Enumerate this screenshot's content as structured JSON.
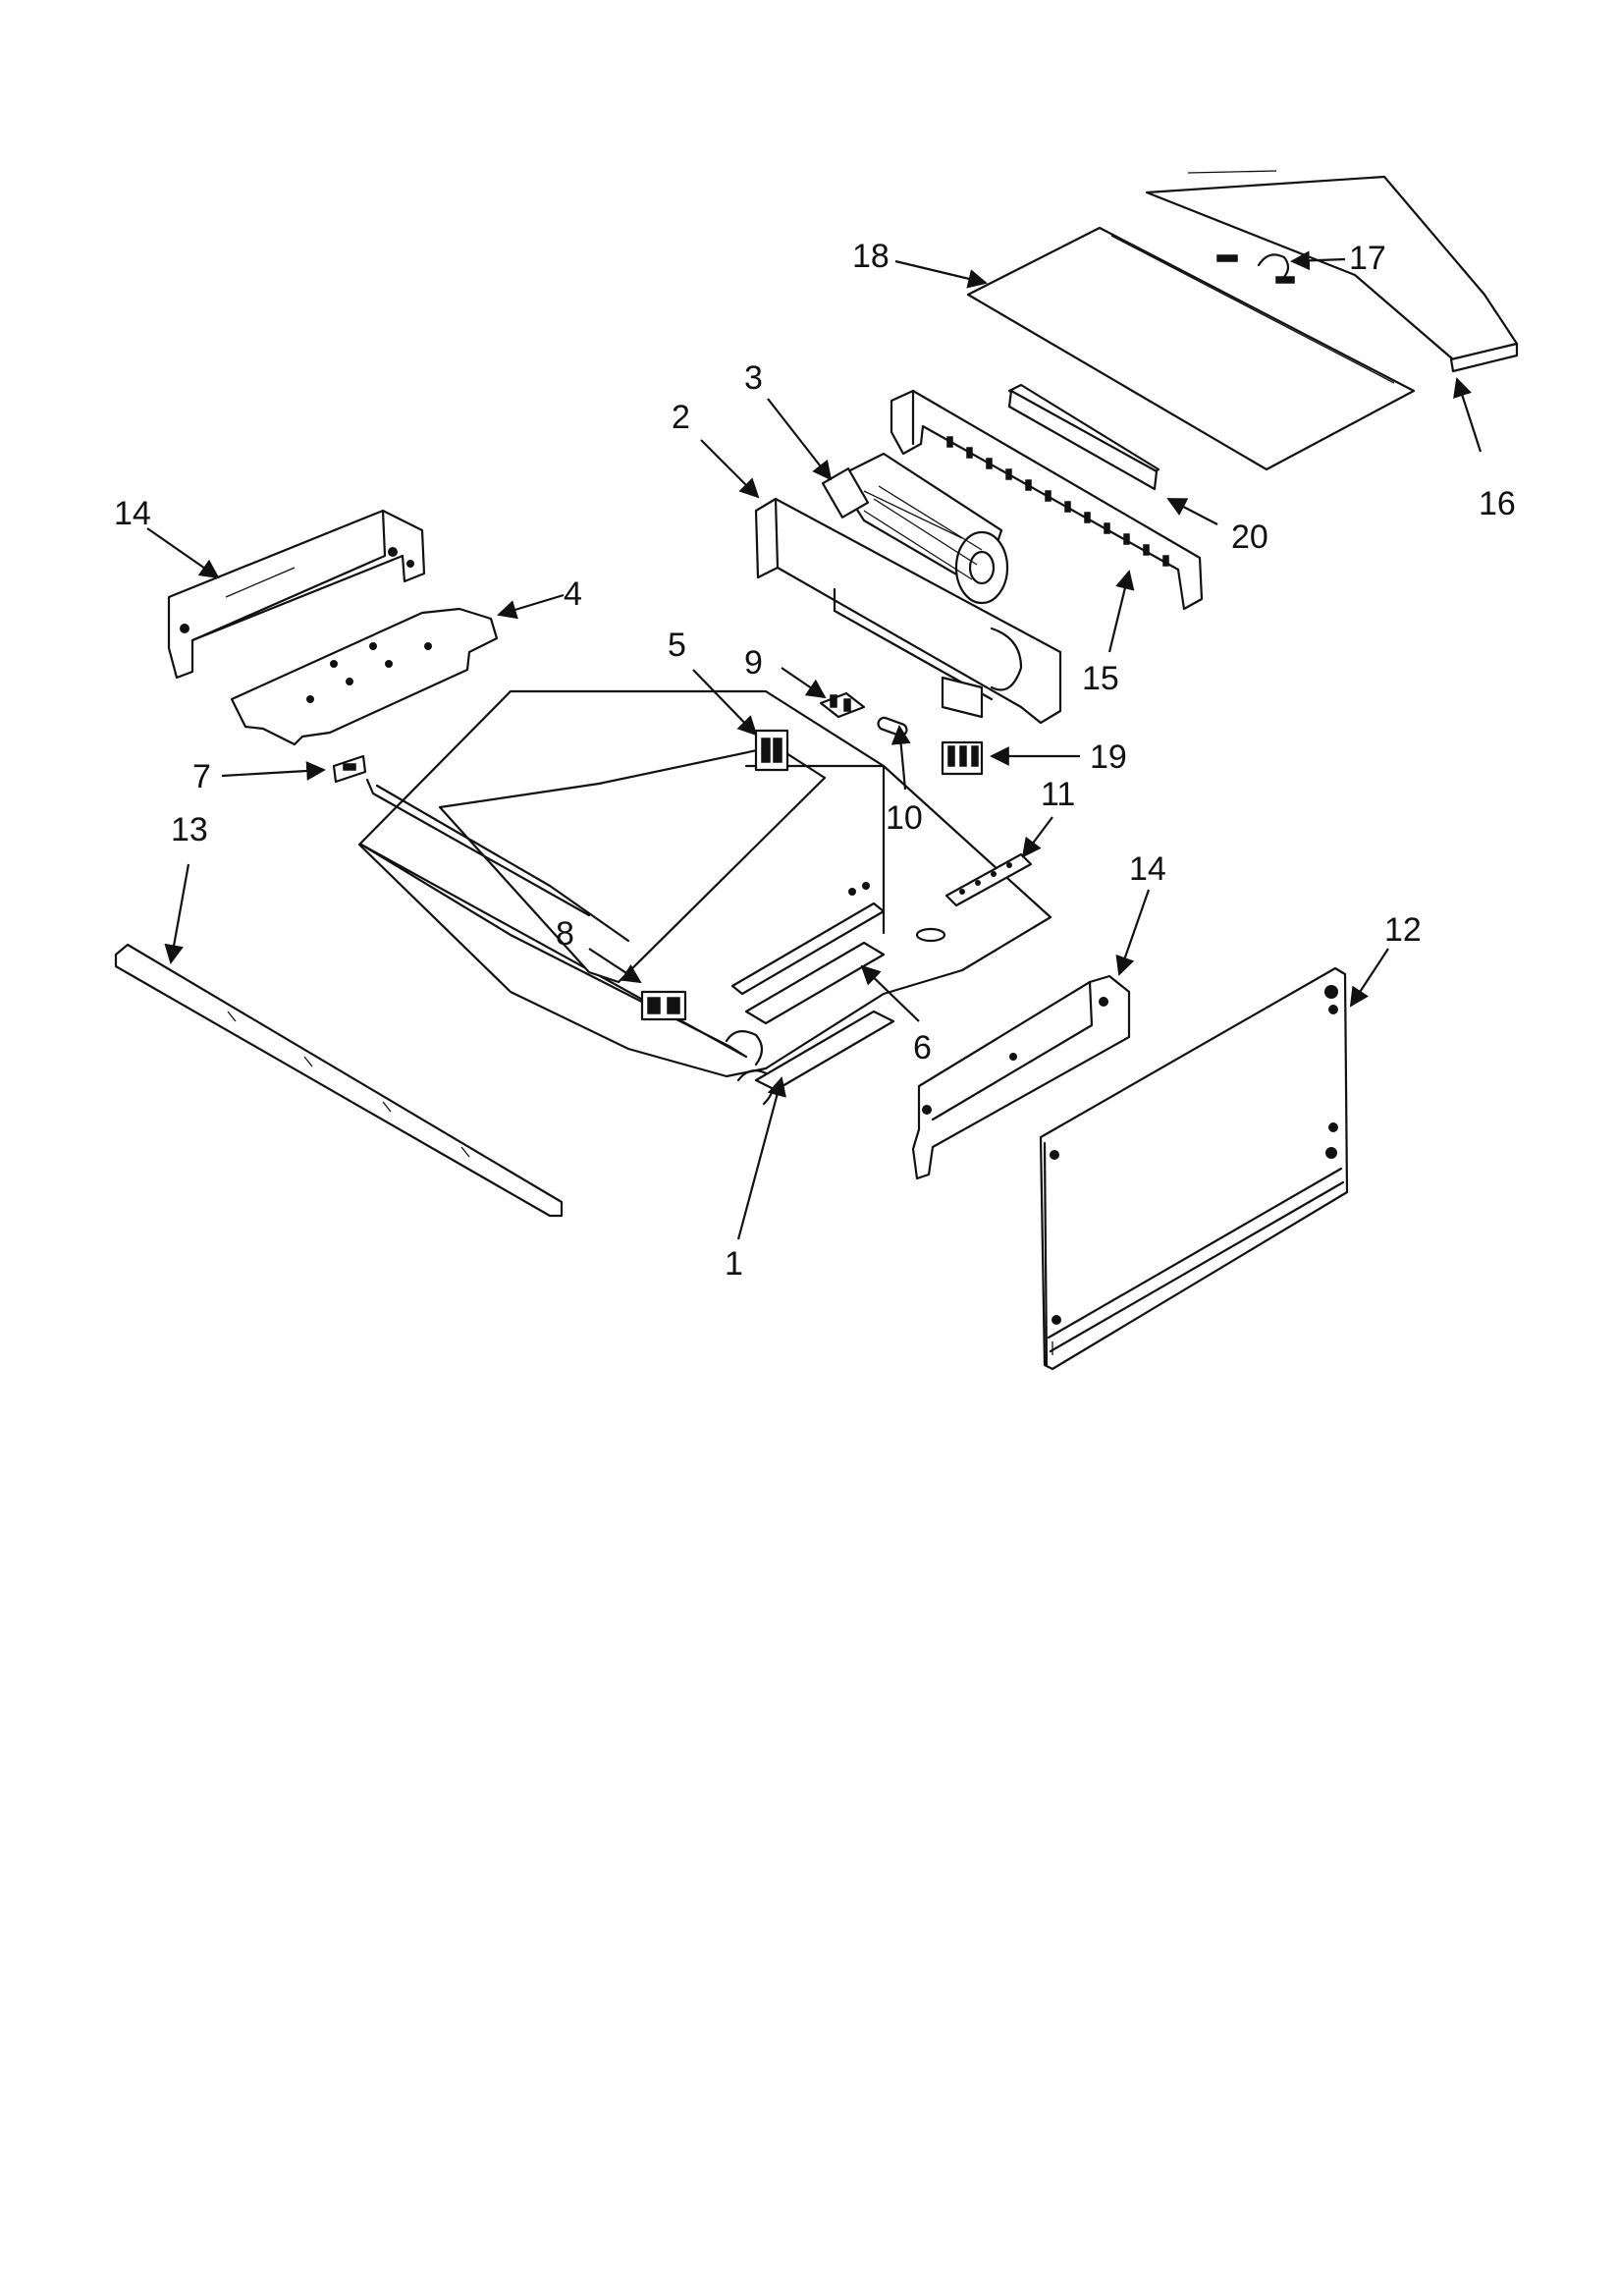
{
  "callouts": {
    "c1": "1",
    "c2": "2",
    "c3": "3",
    "c4": "4",
    "c5": "5",
    "c6": "6",
    "c7": "7",
    "c8": "8",
    "c9": "9",
    "c10": "10",
    "c11": "11",
    "c12": "12",
    "c13": "13",
    "c14a": "14",
    "c14b": "14",
    "c15": "15",
    "c16": "16",
    "c17": "17",
    "c18": "18",
    "c19": "19",
    "c20": "20"
  },
  "colors": {
    "ink": "#111111",
    "paper": "#ffffff"
  }
}
